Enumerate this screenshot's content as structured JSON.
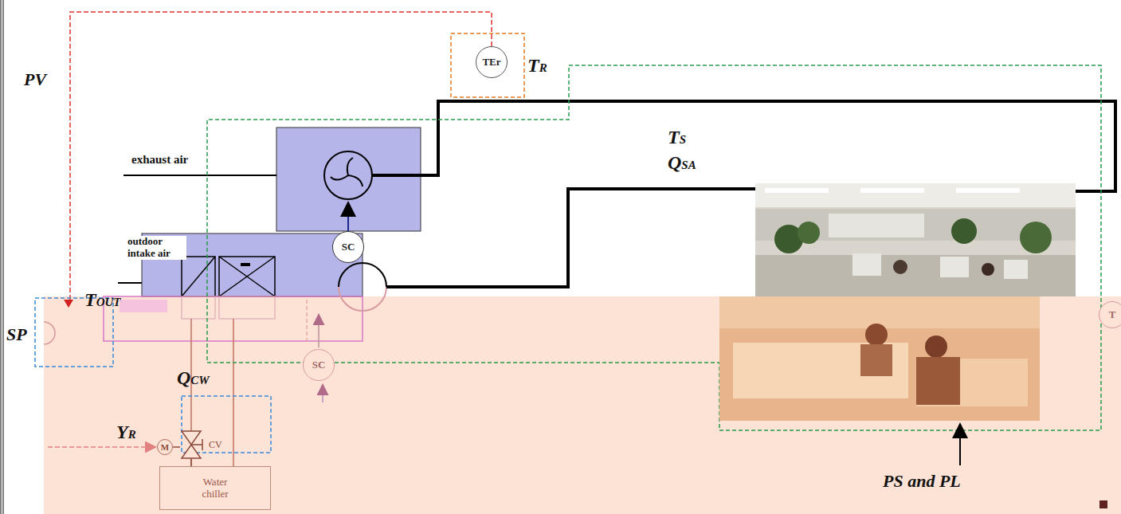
{
  "diagram": {
    "nodes": [
      {
        "text": [
          "TEr"
        ]
      },
      {
        "text": [
          "SC"
        ]
      },
      {
        "text": [
          "SC"
        ]
      },
      {
        "text": [
          "M"
        ]
      },
      {
        "text": [
          "CV"
        ]
      },
      {
        "text": [
          "Water chiller"
        ]
      },
      {
        "text": [
          "T"
        ]
      }
    ],
    "edges": [
      {
        "from": 3,
        "to": 4,
        "arrow": "none"
      },
      {
        "from": 4,
        "to": 5,
        "arrow": "none"
      }
    ],
    "labels": [
      "PV",
      "TR",
      "exhaust air",
      "TS",
      "QSA",
      "outdoor intake air",
      "TOUT",
      "SP",
      "QCW",
      "YR",
      "PS and PL"
    ]
  }
}
